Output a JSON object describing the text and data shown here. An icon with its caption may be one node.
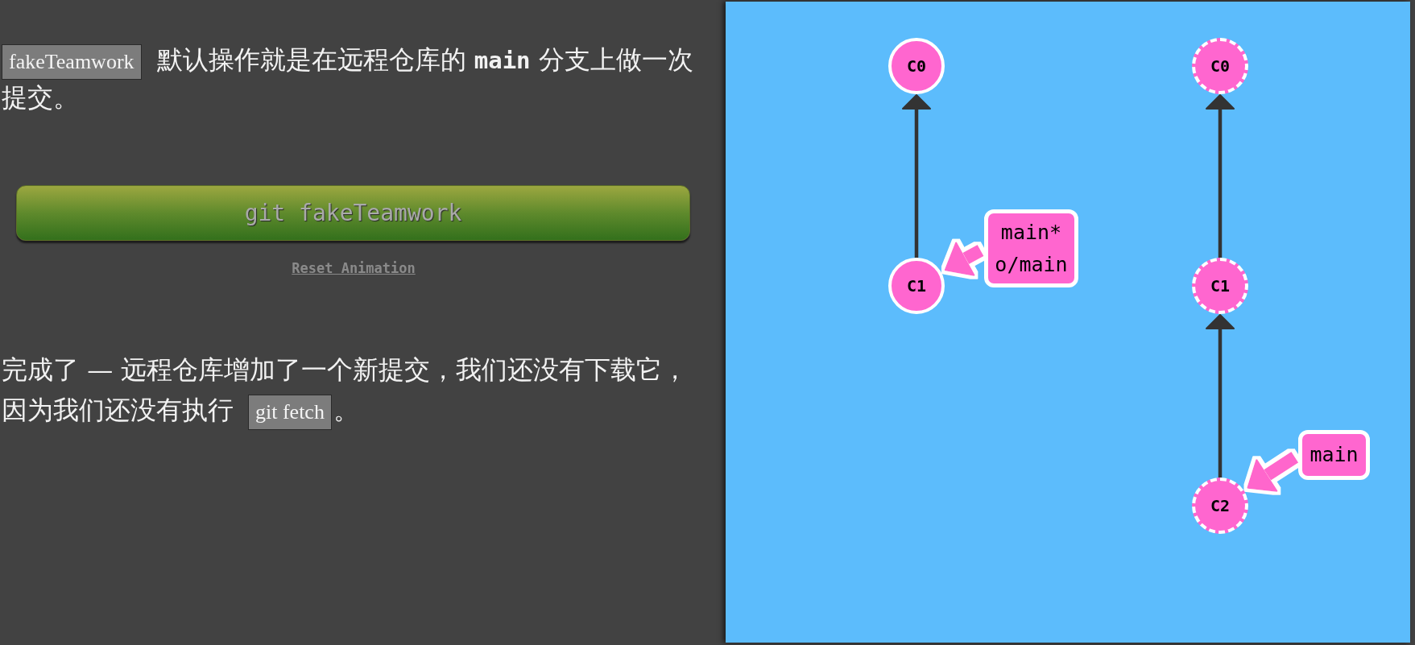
{
  "diagram": {
    "nodes": [
      {
        "text": [
          "C0"
        ]
      },
      {
        "text": [
          "C1"
        ]
      },
      {
        "text": [
          "main*",
          "o/main"
        ]
      },
      {
        "text": [
          "C0"
        ]
      },
      {
        "text": [
          "C1"
        ]
      },
      {
        "text": [
          "C2"
        ]
      },
      {
        "text": [
          "main"
        ]
      }
    ],
    "edges": [
      {
        "from": 1,
        "to": 0,
        "arrow": "to"
      },
      {
        "from": 2,
        "to": 1,
        "arrow": "to",
        "style": "thick",
        "color": "#ff66cc"
      },
      {
        "from": 4,
        "to": 3,
        "arrow": "to"
      },
      {
        "from": 5,
        "to": 4,
        "arrow": "to"
      },
      {
        "from": 6,
        "to": 5,
        "arrow": "to",
        "style": "thick",
        "color": "#ff66cc"
      }
    ],
    "labels": [
      "fakeTeamwork",
      "默认操作就是在远程仓库的 **main** 分支上做一次提交。",
      "git fakeTeamwork",
      "Reset Animation",
      "完成了 — 远程仓库增加了一个新提交，我们还没有下载它，因为我们还没有执行",
      "git fetch",
      "。"
    ]
  }
}
